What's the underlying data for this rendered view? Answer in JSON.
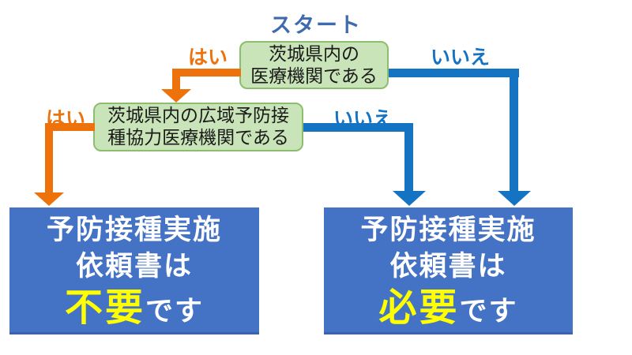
{
  "start_label": "スタート",
  "labels": {
    "yes": "はい",
    "no": "いいえ"
  },
  "decisions": [
    {
      "lines": [
        "茨城県内の",
        "医療機関である"
      ]
    },
    {
      "lines": [
        "茨城県内の広域予防接",
        "種協力医療機関である"
      ]
    }
  ],
  "results": [
    {
      "line1": "予防接種実施",
      "line2": "依頼書は",
      "highlight": "不要",
      "suffix": "です"
    },
    {
      "line1": "予防接種実施",
      "line2": "依頼書は",
      "highlight": "必要",
      "suffix": "です"
    }
  ],
  "colors": {
    "start_label": "#3E6BB0",
    "yes_branch": "#ED720C",
    "no_branch": "#1573C4",
    "decision_fill": "#C8E4B8",
    "decision_border": "#8CBE6E",
    "result_fill": "#4472C4",
    "result_text": "#FFFFFF",
    "result_highlight": "#FFFF00"
  }
}
